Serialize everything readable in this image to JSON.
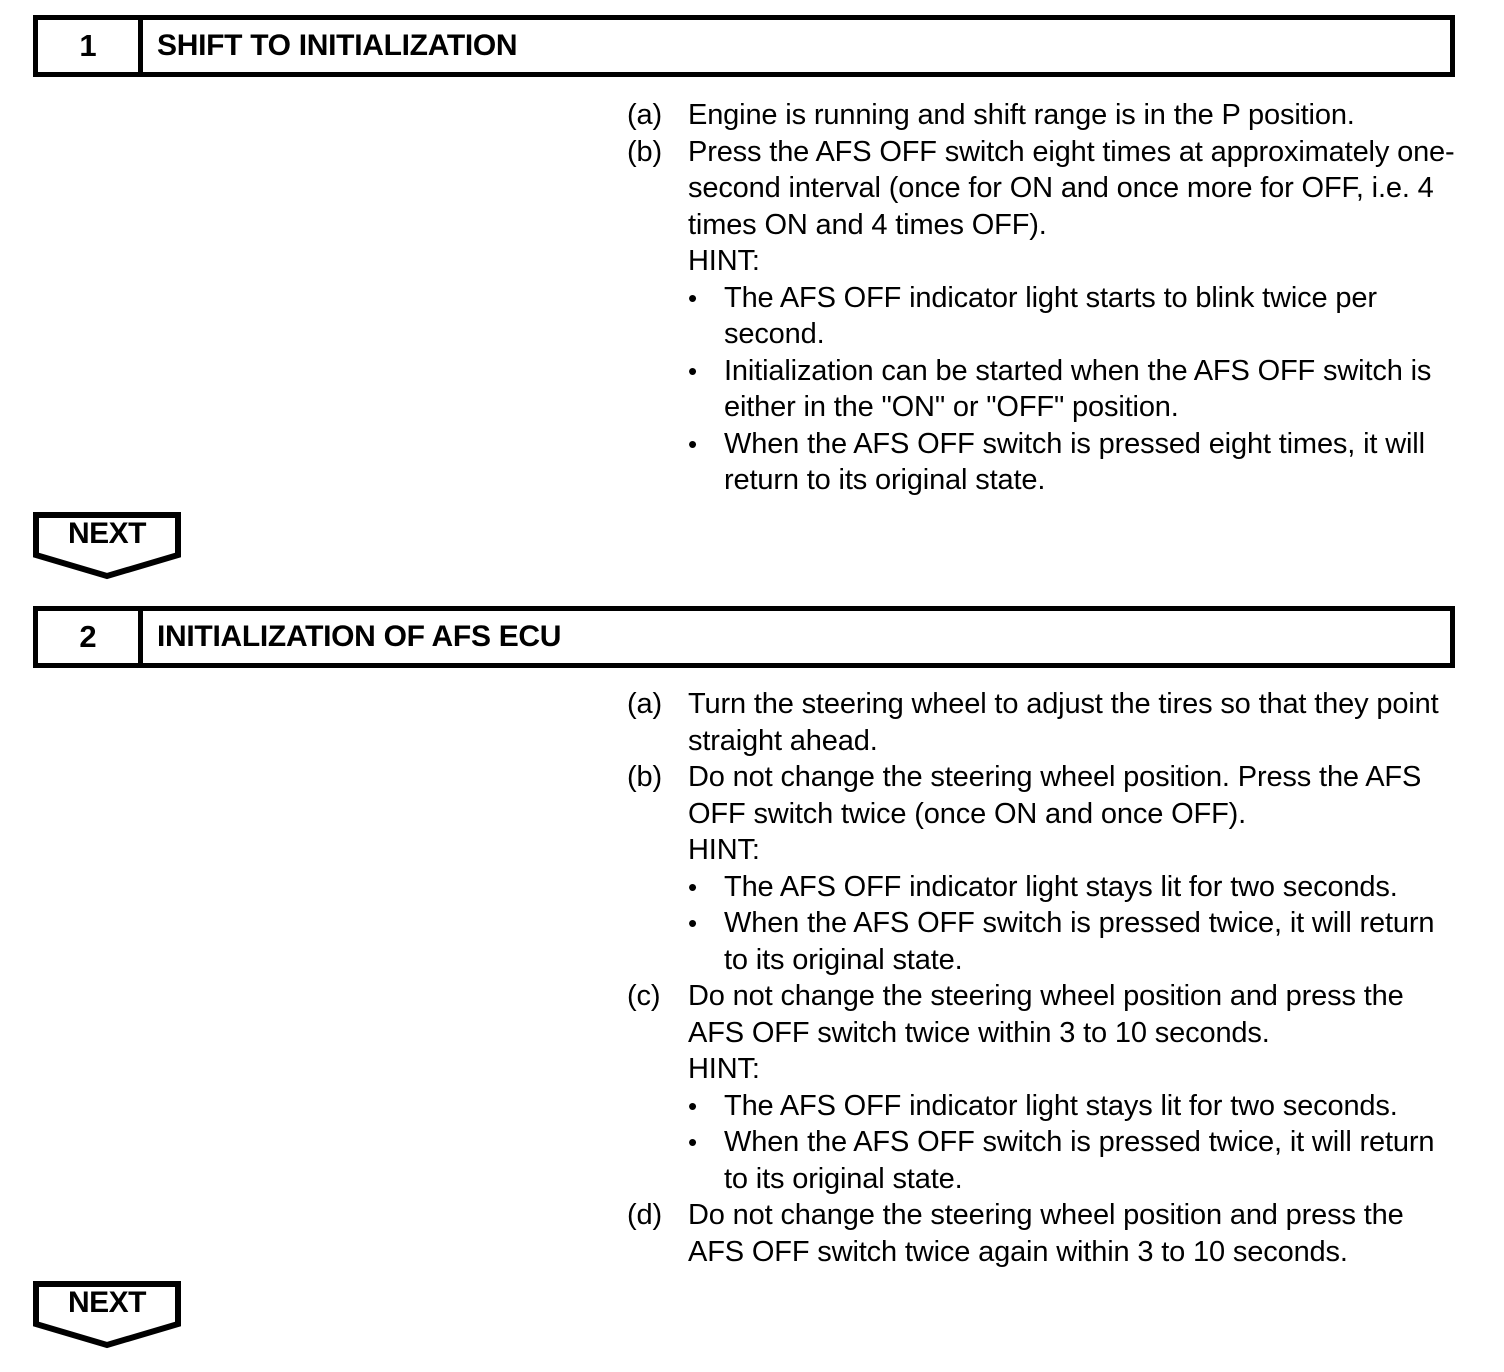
{
  "document": {
    "type": "service-procedure",
    "steps": [
      {
        "number": "1",
        "title": "SHIFT TO INITIALIZATION",
        "items": [
          {
            "label": "(a)",
            "text": "Engine is running and shift range is in the P position."
          },
          {
            "label": "(b)",
            "text": "Press the AFS OFF switch eight times at approximately one-second interval (once for ON and once more for OFF, i.e. 4 times ON and 4 times OFF).",
            "hint_label": "HINT:",
            "hints": [
              "The AFS OFF indicator light starts to blink twice per second.",
              "Initialization can be started when the AFS OFF switch is either in the \"ON\" or \"OFF\" position.",
              "When the AFS OFF switch is pressed eight times, it will return to its original state."
            ]
          }
        ],
        "next_label": "NEXT"
      },
      {
        "number": "2",
        "title": "INITIALIZATION OF AFS ECU",
        "items": [
          {
            "label": "(a)",
            "text": "Turn the steering wheel to adjust the tires so that they point straight ahead."
          },
          {
            "label": "(b)",
            "text": "Do not change the steering wheel position. Press the AFS OFF switch twice (once ON and once OFF).",
            "hint_label": "HINT:",
            "hints": [
              "The AFS OFF indicator light stays lit for two seconds.",
              "When the AFS OFF switch is pressed twice, it will return to its original state."
            ]
          },
          {
            "label": "(c)",
            "text": "Do not change the steering wheel position and press the AFS OFF switch twice within 3 to 10 seconds.",
            "hint_label": "HINT:",
            "hints": [
              "The AFS OFF indicator light stays lit for two seconds.",
              "When the AFS OFF switch is pressed twice, it will return to its original state."
            ]
          },
          {
            "label": "(d)",
            "text": "Do not change the steering wheel position and press the AFS OFF switch twice again within 3 to 10 seconds."
          }
        ],
        "next_label": "NEXT"
      }
    ],
    "bullet_glyph": "•",
    "colors": {
      "ink": "#000000",
      "paper": "#ffffff"
    }
  }
}
